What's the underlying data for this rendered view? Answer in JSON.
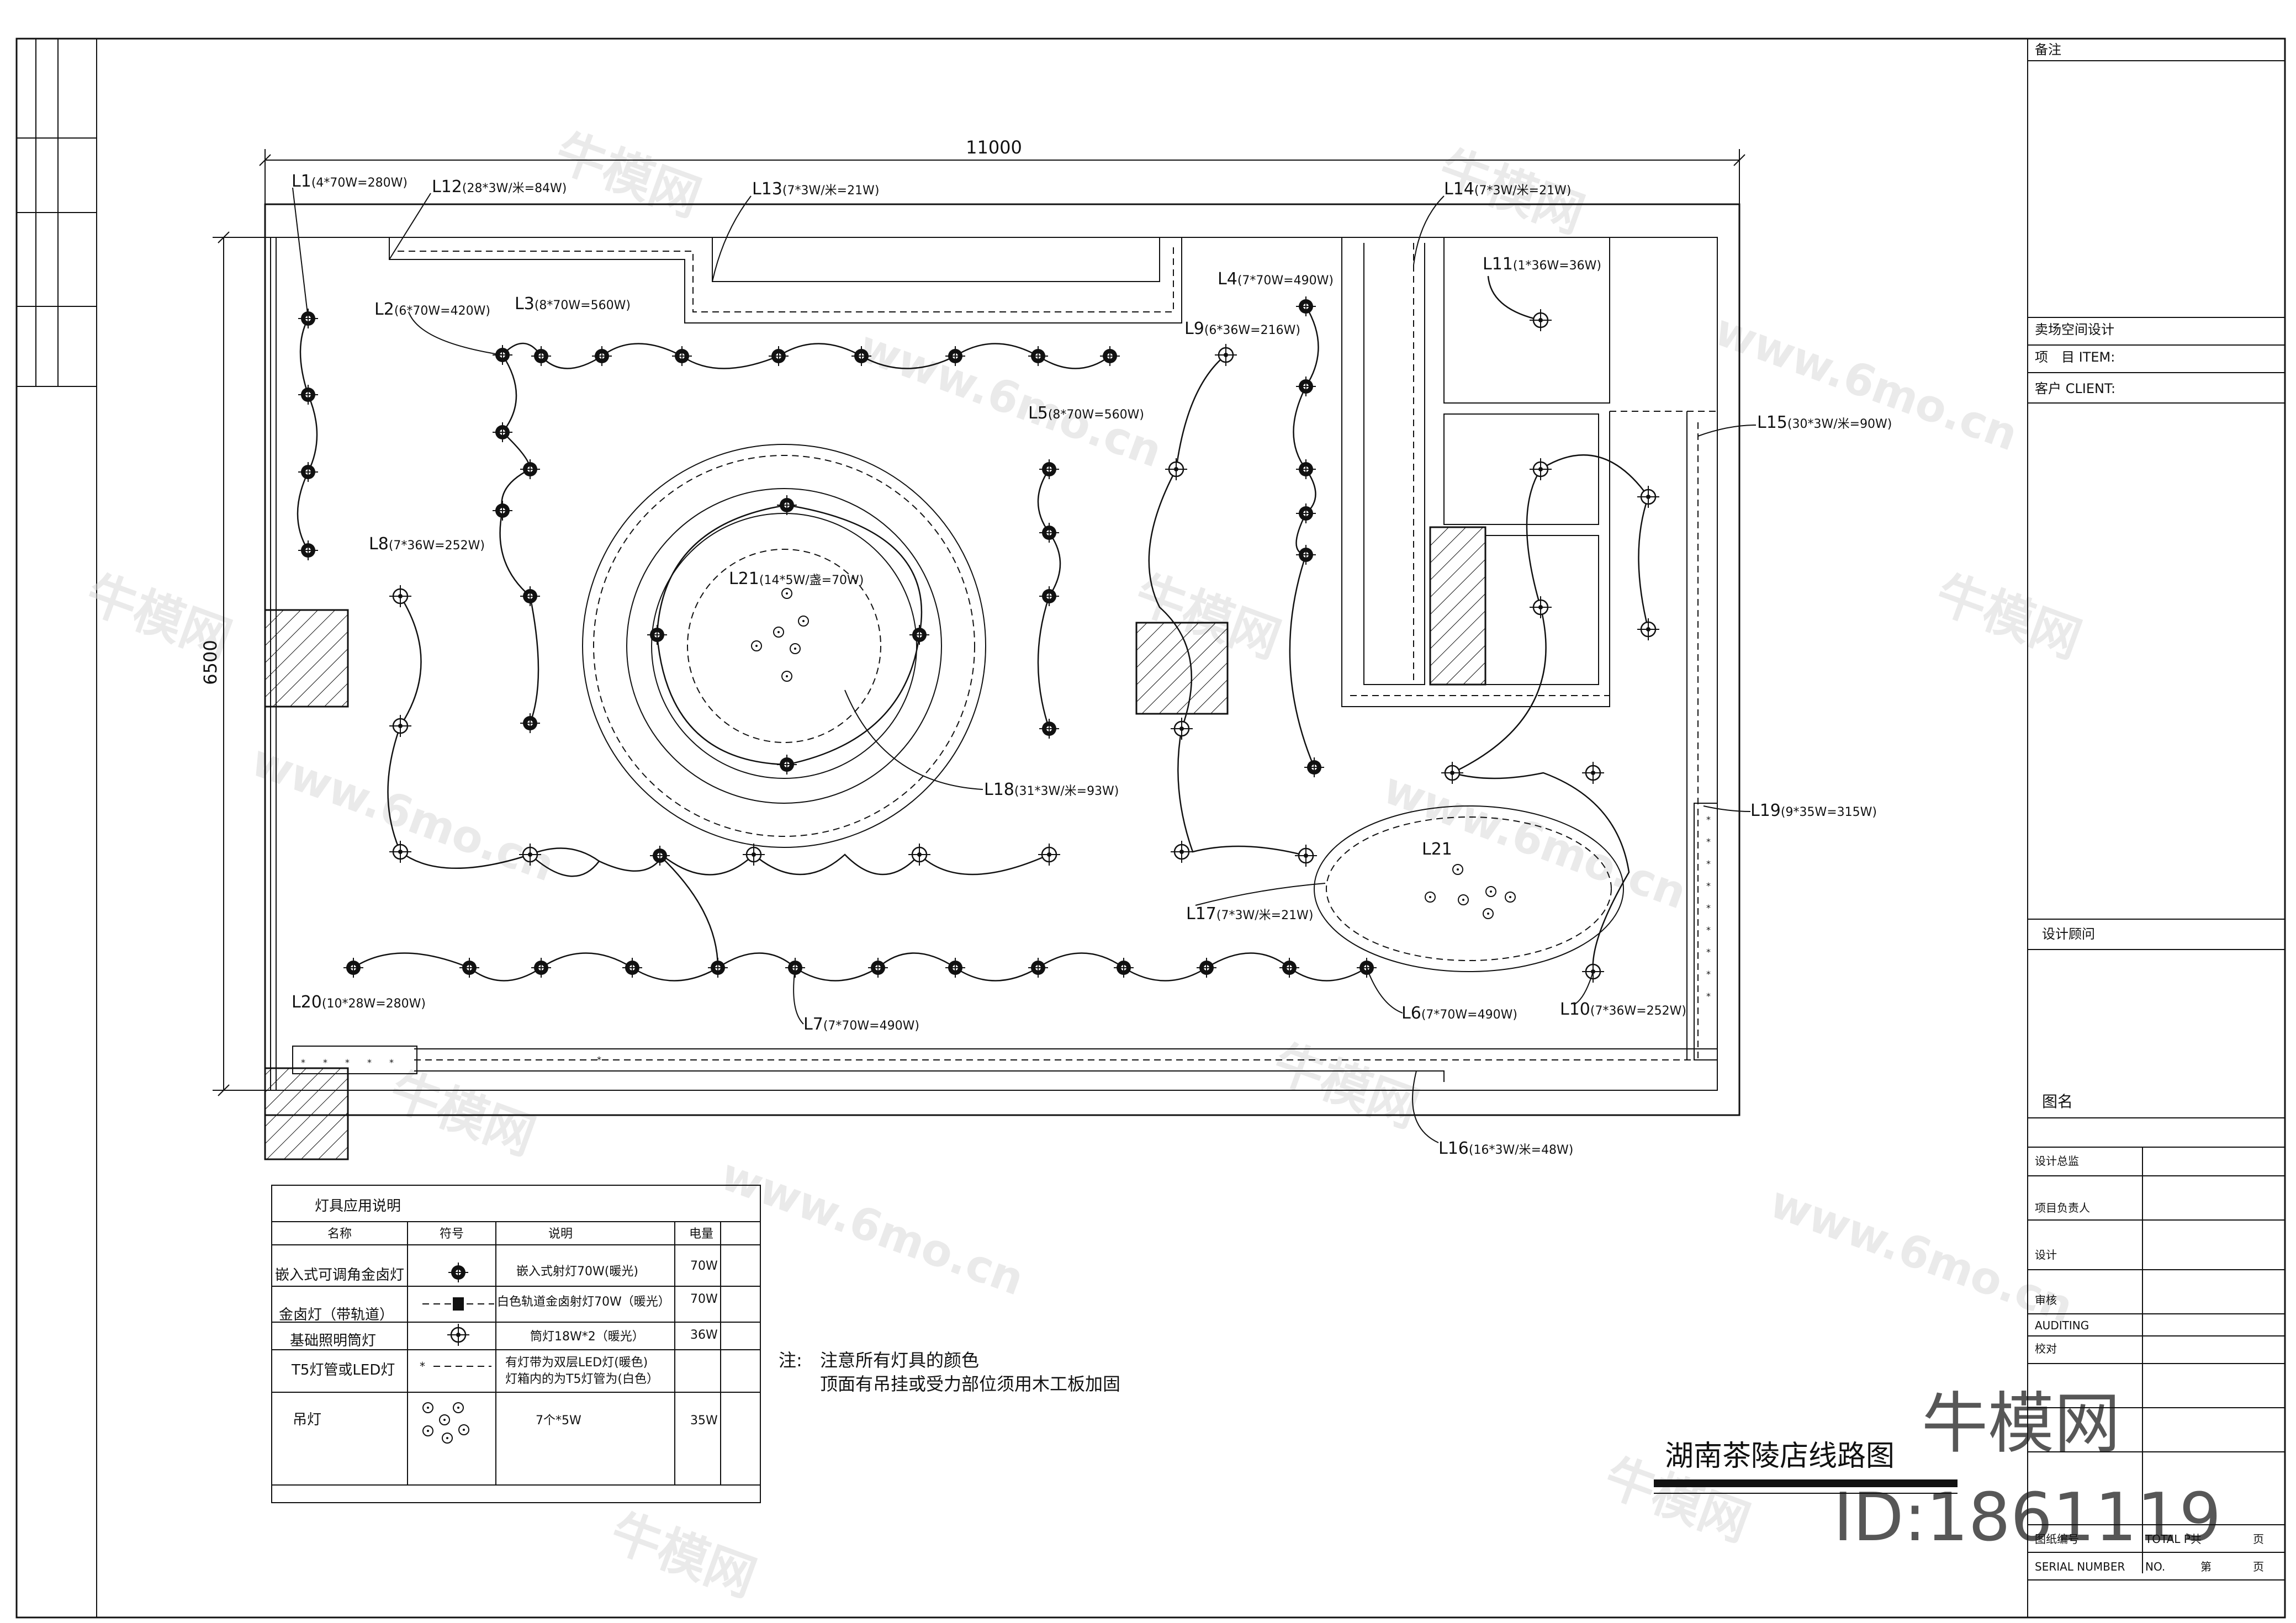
{
  "dimensions": {
    "width": "11000",
    "height": "6500"
  },
  "circuits": {
    "L1": {
      "code": "L1",
      "spec": "(4*70W=280W)"
    },
    "L2": {
      "code": "L2",
      "spec": "(6*70W=420W)"
    },
    "L3": {
      "code": "L3",
      "spec": "(8*70W=560W)"
    },
    "L4": {
      "code": "L4",
      "spec": "(7*70W=490W)"
    },
    "L5": {
      "code": "L5",
      "spec": "(8*70W=560W)"
    },
    "L6": {
      "code": "L6",
      "spec": "(7*70W=490W)"
    },
    "L7": {
      "code": "L7",
      "spec": "(7*70W=490W)"
    },
    "L8": {
      "code": "L8",
      "spec": "(7*36W=252W)"
    },
    "L9": {
      "code": "L9",
      "spec": "(6*36W=216W)"
    },
    "L10": {
      "code": "L10",
      "spec": "(7*36W=252W)"
    },
    "L11": {
      "code": "L11",
      "spec": "(1*36W=36W)"
    },
    "L12": {
      "code": "L12",
      "spec": "(28*3W/米=84W)"
    },
    "L13": {
      "code": "L13",
      "spec": "(7*3W/米=21W)"
    },
    "L14": {
      "code": "L14",
      "spec": "(7*3W/米=21W)"
    },
    "L15": {
      "code": "L15",
      "spec": "(30*3W/米=90W)"
    },
    "L16": {
      "code": "L16",
      "spec": "(16*3W/米=48W)"
    },
    "L17": {
      "code": "L17",
      "spec": "(7*3W/米=21W)"
    },
    "L18": {
      "code": "L18",
      "spec": "(31*3W/米=93W)"
    },
    "L19": {
      "code": "L19",
      "spec": "(9*35W=315W)"
    },
    "L20": {
      "code": "L20",
      "spec": "(10*28W=280W)"
    },
    "L21a": {
      "code": "L21",
      "spec": "(14*5W/盏=70W)"
    },
    "L21b": {
      "code": "L21",
      "spec": ""
    }
  },
  "legend": {
    "title": "灯具应用说明",
    "headers": [
      "名称",
      "符号",
      "说明",
      "电量"
    ],
    "rows": [
      {
        "name": "嵌入式可调角金卤灯",
        "desc": "嵌入式射灯70W(暖光)",
        "power": "70W"
      },
      {
        "name": "金卤灯（带轨道）",
        "desc": "白色轨道金卤射灯70W（暖光）",
        "power": "70W"
      },
      {
        "name": "基础照明筒灯",
        "desc": "筒灯18W*2（暖光）",
        "power": "36W"
      },
      {
        "name": "T5灯管或LED灯",
        "desc": "有灯带为双层LED灯(暖色)",
        "desc2": "灯箱内的为T5灯管为(白色）",
        "power": ""
      },
      {
        "name": "吊灯",
        "desc": "7个*5W",
        "power": "35W"
      }
    ]
  },
  "notes": {
    "prefix": "注:",
    "line1": "注意所有灯具的颜色",
    "line2": "顶面有吊挂或受力部位须用木工板加固"
  },
  "drawing_title": "湖南茶陵店线路图",
  "title_block": {
    "remarks": "备注",
    "design_type": "卖场空间设计",
    "item": "项　目 ITEM:",
    "client": "客户 CLIENT:",
    "consultant": "设计顾问",
    "drawing_name": "图名",
    "design_director": "设计总监",
    "project_manager": "项目负责人",
    "designer": "设计",
    "review": "审核",
    "auditing": "AUDITING",
    "check": "校对",
    "drawing_no": "图纸编号",
    "serial_number": "SERIAL NUMBER",
    "total": "TOTAL P共",
    "page_unit": "页",
    "no": "NO.",
    "page_of": "第",
    "page_unit2": "页"
  },
  "watermark": {
    "brand": "牛模网",
    "domain": "www.6mo.cn",
    "id": "ID:1861119"
  }
}
